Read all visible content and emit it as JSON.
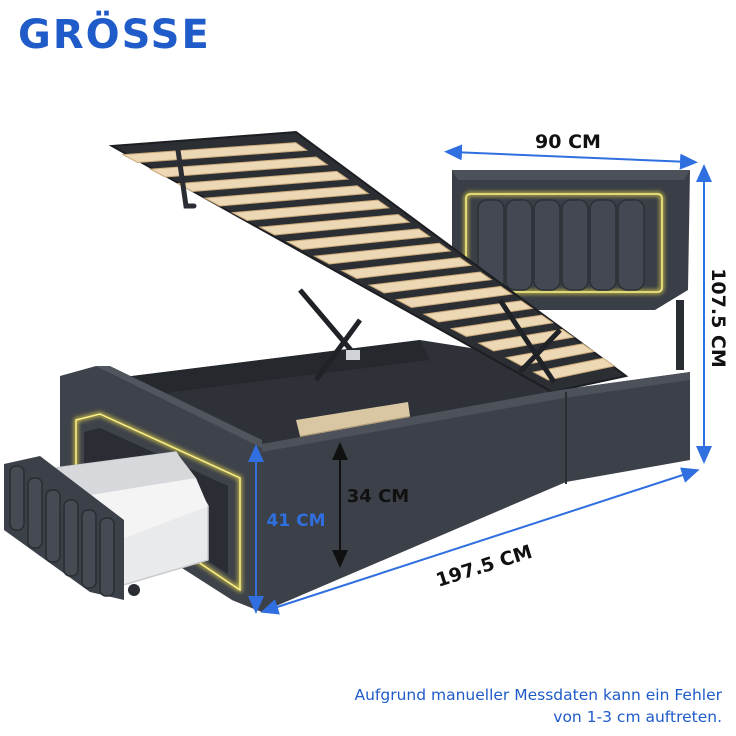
{
  "title": "GRÖSSE",
  "dimensions": {
    "width": "90 CM",
    "headboard_height": "107.5 CM",
    "length": "197.5 CM",
    "side_height": "41 CM",
    "inner_height": "34 CM"
  },
  "note": {
    "line1": "Aufgrund manueller Messdaten kann ein Fehler",
    "line2": "von 1-3 cm auftreten."
  },
  "colors": {
    "title_blue": "#1f5bc9",
    "arrow_blue": "#2f6fe0",
    "fabric_dark": "#3c4048",
    "led_yellow": "#f2e24a",
    "slat_wood": "#e8d4b0"
  }
}
